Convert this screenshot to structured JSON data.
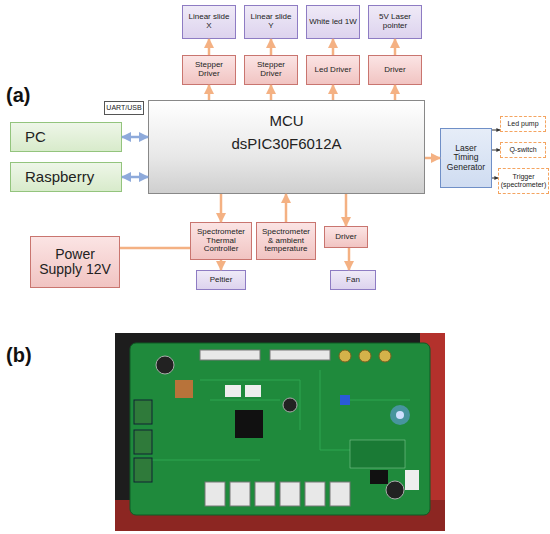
{
  "diagram": {
    "nodes": [
      {
        "text": [
          "Linear slide X"
        ]
      },
      {
        "text": [
          "Linear slide Y"
        ]
      },
      {
        "text": [
          "White led 1W"
        ]
      },
      {
        "text": [
          "5V Laser pointer"
        ]
      },
      {
        "text": [
          "Stepper Driver"
        ]
      },
      {
        "text": [
          "Stepper Driver"
        ]
      },
      {
        "text": [
          "Led Driver"
        ]
      },
      {
        "text": [
          "Driver"
        ]
      },
      {
        "text": [
          "UART/USB"
        ]
      },
      {
        "text": [
          "PC"
        ]
      },
      {
        "text": [
          "MCU",
          "dsPIC30F6012A"
        ]
      },
      {
        "text": [
          "Raspberry"
        ]
      },
      {
        "text": [
          "Laser Timing Generator"
        ]
      },
      {
        "text": [
          "Led pump"
        ]
      },
      {
        "text": [
          "Q-switch"
        ]
      },
      {
        "text": [
          "Trigger (spectrometer)"
        ]
      },
      {
        "text": [
          "Spectrometer Thermal Controller"
        ]
      },
      {
        "text": [
          "Spectrometer & ambient temperature"
        ]
      },
      {
        "text": [
          "Driver"
        ]
      },
      {
        "text": [
          "Power Supply 12V"
        ]
      },
      {
        "text": [
          "Peltier"
        ]
      },
      {
        "text": [
          "Fan"
        ]
      }
    ],
    "edges": [
      {
        "from": 4,
        "to": 0,
        "arrow": "to"
      },
      {
        "from": 5,
        "to": 1,
        "arrow": "to"
      },
      {
        "from": 6,
        "to": 2,
        "arrow": "to"
      },
      {
        "from": 7,
        "to": 3,
        "arrow": "to"
      },
      {
        "from": 10,
        "to": 4,
        "arrow": "to"
      },
      {
        "from": 10,
        "to": 5,
        "arrow": "to"
      },
      {
        "from": 10,
        "to": 6,
        "arrow": "to"
      },
      {
        "from": 10,
        "to": 7,
        "arrow": "to"
      },
      {
        "from": 9,
        "to": 10,
        "arrow": "both"
      },
      {
        "from": 11,
        "to": 10,
        "arrow": "both"
      },
      {
        "from": 10,
        "to": 12,
        "arrow": "to"
      },
      {
        "from": 12,
        "to": 13,
        "arrow": "to"
      },
      {
        "from": 12,
        "to": 14,
        "arrow": "to"
      },
      {
        "from": 12,
        "to": 15,
        "arrow": "to"
      },
      {
        "from": 10,
        "to": 16,
        "arrow": "to"
      },
      {
        "from": 17,
        "to": 10,
        "arrow": "to"
      },
      {
        "from": 10,
        "to": 18,
        "arrow": "to"
      },
      {
        "from": 16,
        "to": 19,
        "arrow": "none"
      },
      {
        "from": 16,
        "to": 20,
        "arrow": "to"
      },
      {
        "from": 18,
        "to": 21,
        "arrow": "to"
      }
    ],
    "labels": [
      "(a)",
      "(b)"
    ]
  }
}
